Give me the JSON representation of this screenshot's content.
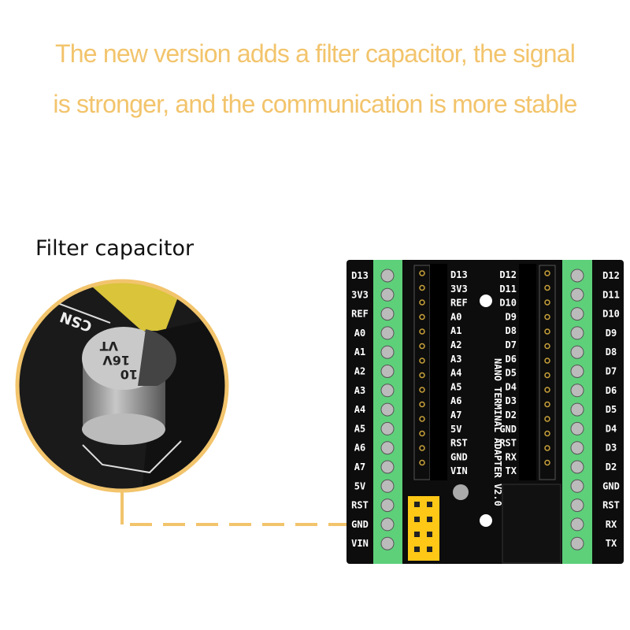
{
  "headline": {
    "line1": "The new version adds a filter capacitor, the signal",
    "line2": "is stronger, and the communication is more stable"
  },
  "callout": {
    "label": "Filter capacitor",
    "capacitor_marking": [
      "10",
      "16V",
      "VT"
    ],
    "silkscreen": "CSN"
  },
  "board": {
    "title": "NANO TERMINAL ADAPTER V2.0",
    "left_terminal_labels": [
      "D13",
      "3V3",
      "REF",
      "A0",
      "A1",
      "A2",
      "A3",
      "A4",
      "A5",
      "A6",
      "A7",
      "5V",
      "RST",
      "GND",
      "VIN"
    ],
    "right_terminal_labels": [
      "D12",
      "D11",
      "D10",
      "D9",
      "D8",
      "D7",
      "D6",
      "D5",
      "D4",
      "D3",
      "D2",
      "GND",
      "RST",
      "RX",
      "TX"
    ],
    "inner_left_labels": [
      "D13",
      "3V3",
      "REF",
      "A0",
      "A1",
      "A2",
      "A3",
      "A4",
      "A5",
      "A6",
      "A7",
      "5V",
      "RST",
      "GND",
      "VIN"
    ],
    "inner_right_labels": [
      "D12",
      "D11",
      "D10",
      "D9",
      "D8",
      "D7",
      "D6",
      "D5",
      "D4",
      "D3",
      "D2",
      "GND",
      "RST",
      "RX",
      "TX"
    ]
  },
  "colors": {
    "accent": "#F2C46C",
    "pcb": "#0d0d0d",
    "terminal_green": "#5ed07a",
    "header_yellow": "#FFC816"
  }
}
